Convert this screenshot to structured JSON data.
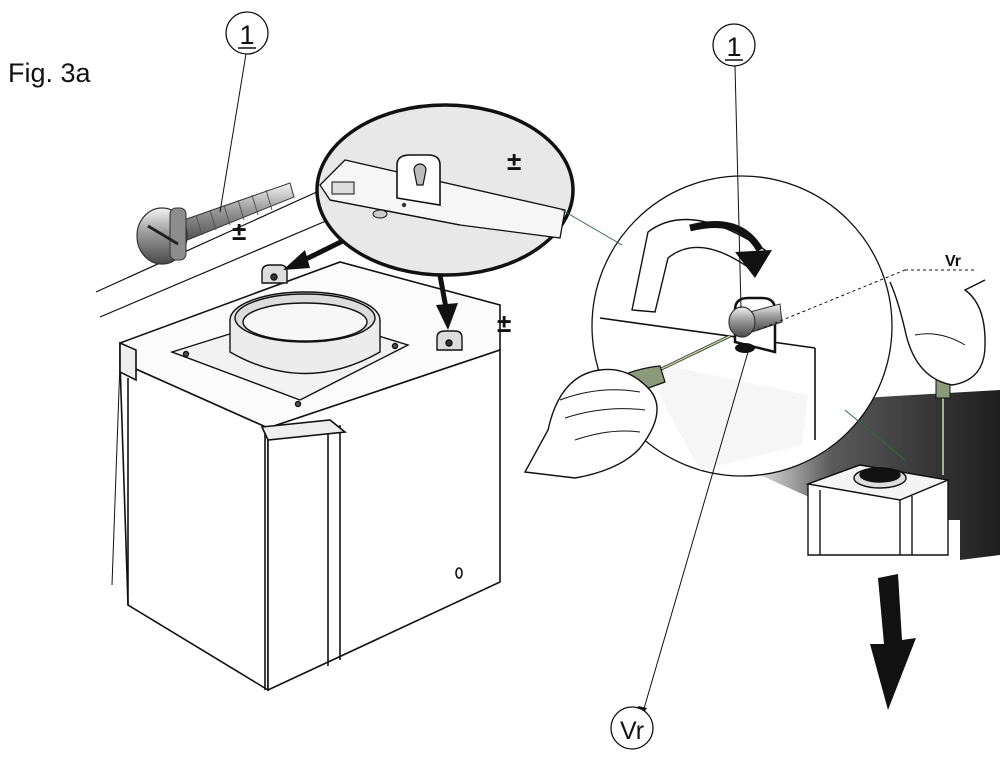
{
  "figure": {
    "caption": "Fig.  3a",
    "labels": {
      "part_left": "1",
      "part_right": "1",
      "callout_bottom": "Vr",
      "callout_small": "Vr",
      "plus_zoom": "±",
      "plus_screw": "±",
      "plus_mid": "±"
    },
    "icons": [
      "screw-icon",
      "hand-icon",
      "screwdriver-icon",
      "arrow-down-icon",
      "rotate-arrow-icon"
    ]
  }
}
